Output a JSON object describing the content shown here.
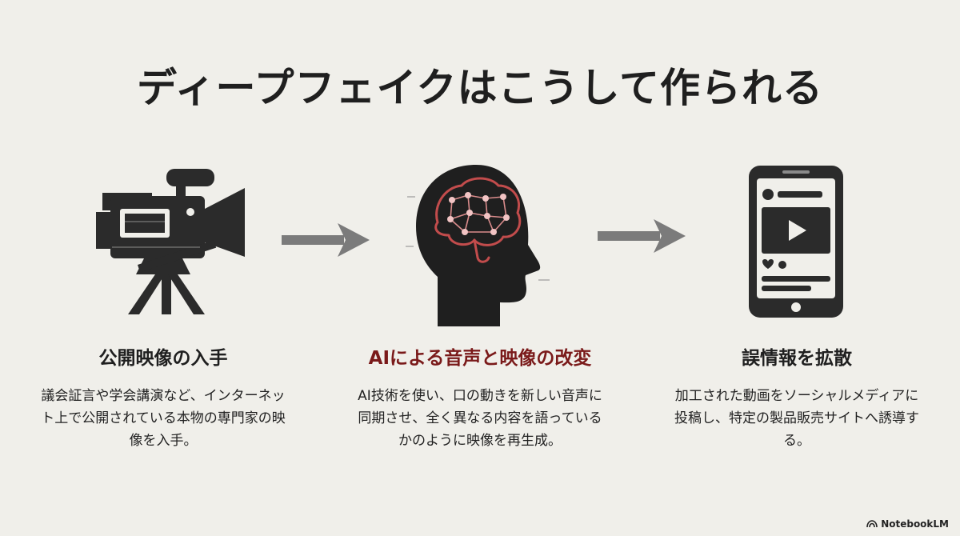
{
  "title": "ディープフェイクはこうして作られる",
  "steps": [
    {
      "title": "公開映像の入手",
      "description": "議会証言や学会講演など、インターネット上で公開されている本物の専門家の映像を入手。",
      "icon": "video-camera-icon"
    },
    {
      "title": "AIによる音声と映像の改変",
      "description": "AI技術を使い、口の動きを新しい音声に同期させ、全く異なる内容を語っているかのように映像を再生成。",
      "icon": "ai-brain-head-icon"
    },
    {
      "title": "誤情報を拡散",
      "description": "加工された動画をソーシャルメディアに投稿し、特定の製品販売サイトへ誘導する。",
      "icon": "smartphone-social-video-icon"
    }
  ],
  "brand": "NotebookLM",
  "colors": {
    "background": "#f0efea",
    "highlight": "#7a1a1a",
    "icon": "#2b2b2b",
    "arrow": "#7b7b7b"
  }
}
